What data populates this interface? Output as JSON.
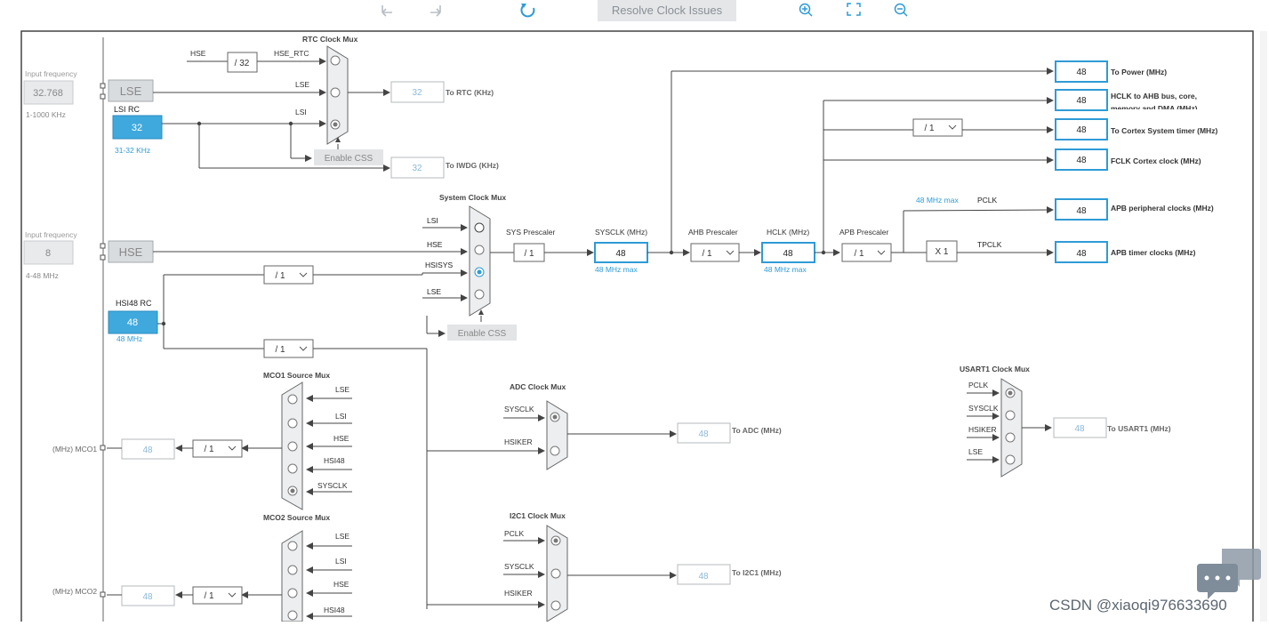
{
  "toolbar": {
    "undo_icon": "undo-icon",
    "redo_icon": "redo-icon",
    "refresh_icon": "refresh-icon",
    "resolve_label": "Resolve Clock Issues",
    "zoom_in_icon": "zoom-in-icon",
    "fit_icon": "fit-screen-icon",
    "zoom_out_icon": "zoom-out-icon"
  },
  "lse": {
    "input_label": "Input frequency",
    "input_value": "32.768",
    "range": "1-1000 KHz",
    "name": "LSE"
  },
  "lsi": {
    "name": "LSI RC",
    "value": "32",
    "range": "31-32 KHz"
  },
  "rtc_mux": {
    "title": "RTC Clock Mux",
    "hse_label": "HSE",
    "div": "/ 32",
    "hse_rtc": "HSE_RTC",
    "lse_label": "LSE",
    "lsi_label": "LSI",
    "enable_css": "Enable CSS",
    "rtc_value": "32",
    "rtc_label": "To RTC (KHz)",
    "iwdg_value": "32",
    "iwdg_label": "To IWDG (KHz)"
  },
  "hse": {
    "input_label": "Input frequency",
    "input_value": "8",
    "range": "4-48 MHz",
    "name": "HSE"
  },
  "hsi48": {
    "name": "HSI48 RC",
    "value": "48",
    "range": "48 MHz"
  },
  "sys_mux": {
    "title": "System Clock Mux",
    "inputs": [
      "LSI",
      "HSE",
      "HSISYS",
      "LSE"
    ],
    "hsisys_div": "/ 1",
    "hsi48_div": "/ 1",
    "enable_css": "Enable CSS"
  },
  "sys_prescaler": {
    "label": "SYS Prescaler",
    "value": "/ 1"
  },
  "sysclk": {
    "label": "SYSCLK (MHz)",
    "value": "48",
    "max": "48 MHz max"
  },
  "ahb_prescaler": {
    "label": "AHB Prescaler",
    "value": "/ 1"
  },
  "hclk": {
    "label": "HCLK (MHz)",
    "value": "48",
    "max": "48 MHz max"
  },
  "apb_prescaler": {
    "label": "APB Prescaler",
    "value": "/ 1"
  },
  "outputs": {
    "power_value": "48",
    "power_label": "To Power (MHz)",
    "hclk_value": "48",
    "hclk_label": "HCLK to AHB bus, core,",
    "hclk_label2": "memory and DMA (MHz)",
    "cortex_div": "/ 1",
    "cortex_value": "48",
    "cortex_label": "To Cortex System timer (MHz)",
    "fclk_value": "48",
    "fclk_label": "FCLK Cortex clock (MHz)",
    "pclk_max": "48 MHz max",
    "pclk_name": "PCLK",
    "apb_value": "48",
    "apb_label": "APB peripheral clocks (MHz)",
    "x1": "X 1",
    "tpclk_name": "TPCLK",
    "timer_value": "48",
    "timer_label": "APB timer clocks (MHz)"
  },
  "mco1": {
    "title": "MCO1 Source Mux",
    "inputs": [
      "LSE",
      "LSI",
      "HSE",
      "HSI48",
      "SYSCLK"
    ],
    "div": "/ 1",
    "value": "48",
    "pin": "(MHz) MCO1"
  },
  "mco2": {
    "title": "MCO2 Source Mux",
    "inputs": [
      "LSE",
      "LSI",
      "HSE",
      "HSI48"
    ],
    "div": "/ 1",
    "value": "48",
    "pin": "(MHz) MCO2"
  },
  "adc": {
    "title": "ADC Clock Mux",
    "inputs": [
      "SYSCLK",
      "HSIKER"
    ],
    "value": "48",
    "label": "To ADC (MHz)"
  },
  "i2c1": {
    "title": "I2C1 Clock Mux",
    "inputs": [
      "PCLK",
      "SYSCLK",
      "HSIKER"
    ],
    "value": "48",
    "label": "To I2C1 (MHz)"
  },
  "usart1": {
    "title": "USART1 Clock Mux",
    "inputs": [
      "PCLK",
      "SYSCLK",
      "HSIKER",
      "LSE"
    ],
    "value": "48",
    "label": "To USART1 (MHz)"
  },
  "watermark": "CSDN @xiaoqi976633690",
  "chat_icon": "chat-bubble-icon",
  "colors": {
    "accent": "#2e9bd6",
    "box_blue": "#3fa9dd",
    "grey_box": "#d4d7da",
    "line": "#555555"
  }
}
